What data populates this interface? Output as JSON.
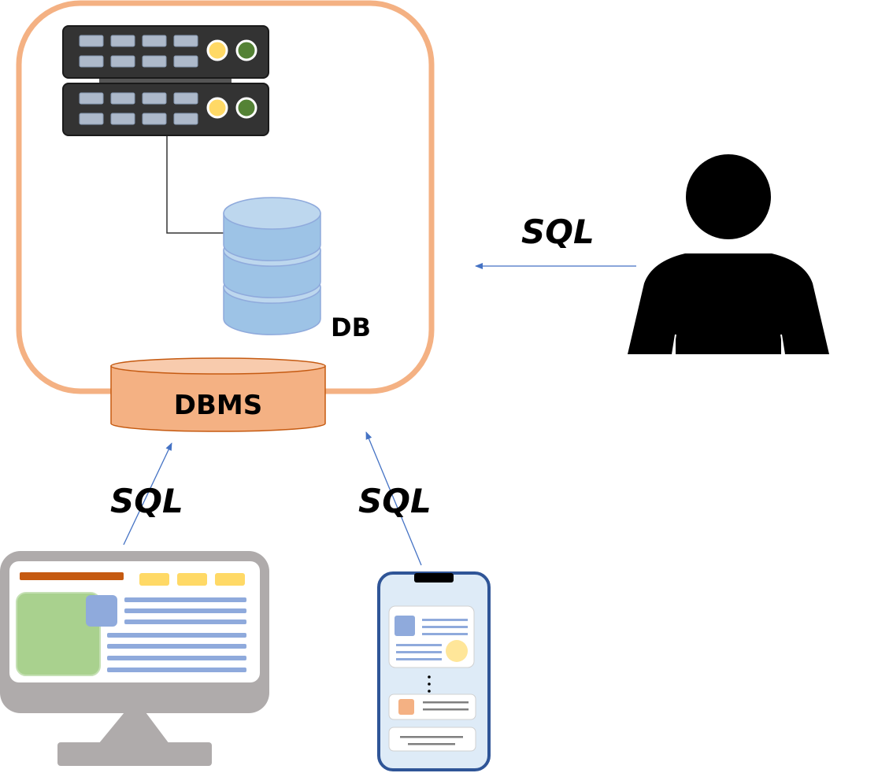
{
  "labels": {
    "db": "DB",
    "dbms": "DBMS",
    "sql_user": "SQL",
    "sql_desktop": "SQL",
    "sql_mobile": "SQL"
  },
  "colors": {
    "server_border": "#F4B183",
    "dbms_fill": "#F4B183",
    "dbms_stroke": "#C55A11",
    "db_fill": "#9DC3E6",
    "db_top": "#BDD7EE",
    "arrow": "#4472C4",
    "rack": "#333333",
    "monitor": "#AFABAB",
    "phone_border": "#2F5597",
    "phone_fill": "#DEEBF7",
    "person": "#000000"
  },
  "icons": [
    "server-rack-icon",
    "database-icon",
    "person-icon",
    "desktop-monitor-icon",
    "smartphone-icon"
  ]
}
